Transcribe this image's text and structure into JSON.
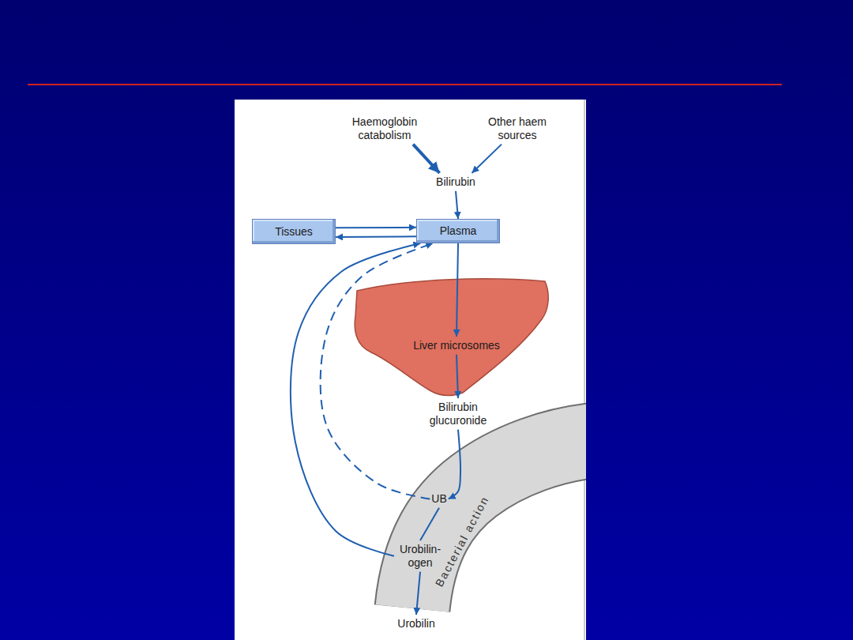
{
  "diagram": {
    "nodes": [
      {
        "text": [
          "Haemoglobin catabolism"
        ]
      },
      {
        "text": [
          "Other haem sources"
        ]
      },
      {
        "text": [
          "Bilirubin"
        ]
      },
      {
        "text": [
          "Tissues"
        ]
      },
      {
        "text": [
          "Plasma"
        ]
      },
      {
        "text": [
          "Liver microsomes"
        ]
      },
      {
        "text": [
          "Bilirubin glucuronide"
        ]
      },
      {
        "text": [
          "UB"
        ]
      },
      {
        "text": [
          "Urobilin- ogen"
        ]
      },
      {
        "text": [
          "Urobilin"
        ]
      }
    ],
    "edges": [
      {
        "from": 0,
        "to": 2,
        "arrow": "to"
      },
      {
        "from": 1,
        "to": 2,
        "arrow": "to"
      },
      {
        "from": 2,
        "to": 4,
        "arrow": "to"
      },
      {
        "from": 3,
        "to": 4,
        "arrow": "to"
      },
      {
        "from": 4,
        "to": 3,
        "arrow": "to"
      },
      {
        "from": 4,
        "to": 5,
        "arrow": "to"
      },
      {
        "from": 5,
        "to": 6,
        "arrow": "to"
      },
      {
        "from": 6,
        "to": 7,
        "arrow": "to"
      },
      {
        "from": 7,
        "to": 8,
        "arrow": "none"
      },
      {
        "from": 8,
        "to": 9,
        "arrow": "to"
      },
      {
        "from": 8,
        "to": 4,
        "arrow": "to"
      },
      {
        "from": 7,
        "to": 4,
        "arrow": "to"
      }
    ],
    "labels": [
      "Bacterial action"
    ]
  }
}
